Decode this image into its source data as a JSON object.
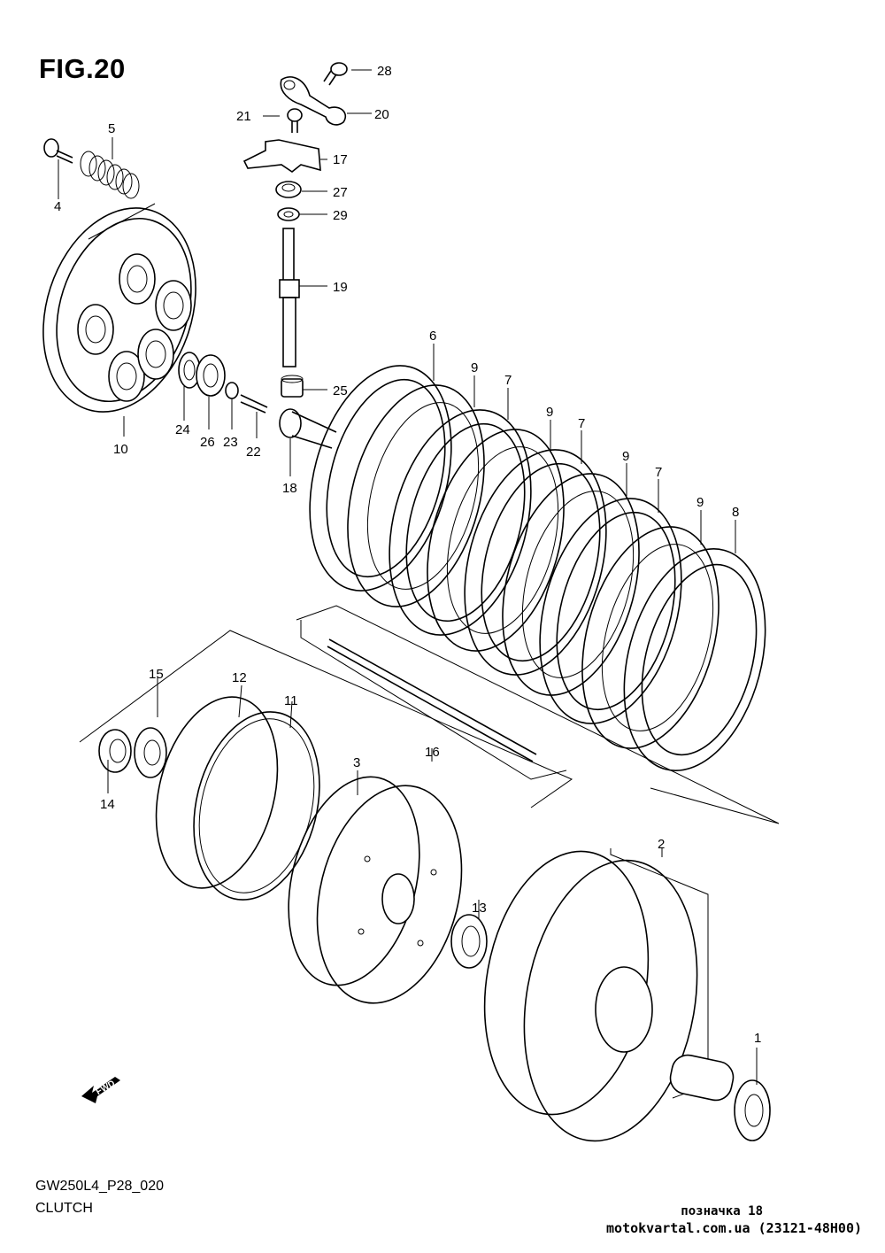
{
  "figure": {
    "title": "FIG.20",
    "code": "GW250L4_P28_020",
    "caption": "CLUTCH",
    "direction_badge": "FWD"
  },
  "stamp": {
    "line1": "позначка 18",
    "line2": "motokvartal.com.ua (23121-48H00)"
  },
  "callouts": [
    {
      "ref": "1"
    },
    {
      "ref": "2"
    },
    {
      "ref": "3"
    },
    {
      "ref": "4"
    },
    {
      "ref": "5"
    },
    {
      "ref": "6"
    },
    {
      "ref": "7"
    },
    {
      "ref": "8"
    },
    {
      "ref": "9"
    },
    {
      "ref": "10"
    },
    {
      "ref": "11"
    },
    {
      "ref": "12"
    },
    {
      "ref": "13"
    },
    {
      "ref": "14"
    },
    {
      "ref": "15"
    },
    {
      "ref": "16"
    },
    {
      "ref": "17"
    },
    {
      "ref": "18"
    },
    {
      "ref": "19"
    },
    {
      "ref": "20"
    },
    {
      "ref": "21"
    },
    {
      "ref": "22"
    },
    {
      "ref": "23"
    },
    {
      "ref": "24"
    },
    {
      "ref": "25"
    },
    {
      "ref": "26"
    },
    {
      "ref": "27"
    },
    {
      "ref": "28"
    },
    {
      "ref": "29"
    }
  ],
  "plate_callouts": {
    "drive_plate_6": "6",
    "driven_plate_9": "9",
    "drive_plate_7": "7",
    "drive_plate_8": "8"
  }
}
